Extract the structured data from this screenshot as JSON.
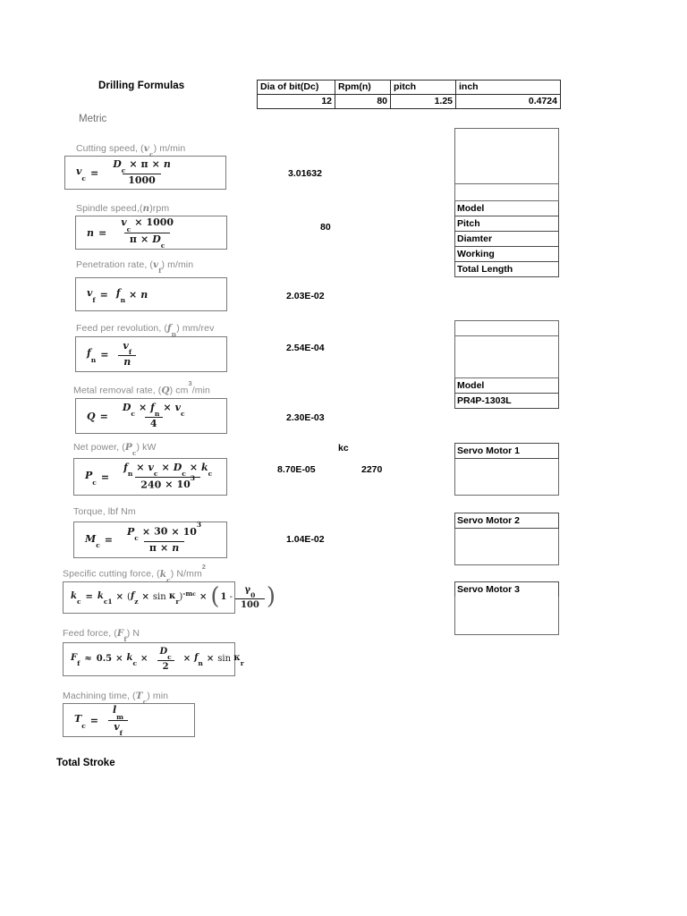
{
  "document": {
    "title": "Drilling Formulas",
    "unit_system": "Metric",
    "footer_label": "Total Stroke"
  },
  "param_table": {
    "headers": [
      "Dia of bit(Dc)",
      "Rpm(n)",
      "pitch",
      "inch"
    ],
    "values": [
      "12",
      "80",
      "1.25",
      "0.4724"
    ]
  },
  "formulas": [
    {
      "label": "Cutting speed, (vc) m/min",
      "label_text": "Cutting speed, (",
      "value": "3.01632"
    },
    {
      "label": "Spindle speed,(n)rpm",
      "value": "80"
    },
    {
      "label": "Penetration rate, (vf) m/min",
      "value": "2.03E-02"
    },
    {
      "label": "Feed per revolution, (fn) mm/rev",
      "value": "2.54E-04"
    },
    {
      "label": "Metal removal rate, (Q) cm3/min",
      "value": "2.30E-03"
    },
    {
      "label": "Net power, (Pc) kW",
      "value": "8.70E-05"
    },
    {
      "label": "Torque, lbf Nm",
      "value": "1.04E-02"
    },
    {
      "label": "Specific cutting force, (kc) N/mm2",
      "value": ""
    },
    {
      "label": "Feed force, (Ff) N",
      "value": ""
    },
    {
      "label": "Machining time, (Tc) min",
      "value": ""
    }
  ],
  "kc": {
    "header": "kc",
    "value": "2270"
  },
  "spec_table": {
    "rows": [
      "Model",
      "Pitch",
      "Diamter",
      "Working",
      "Total Length"
    ]
  },
  "model_table": {
    "header": "Model",
    "value": "PR4P-1303L"
  },
  "servo_motors": [
    {
      "label": "Servo Motor 1"
    },
    {
      "label": "Servo Motor 2"
    },
    {
      "label": "Servo Motor 3"
    }
  ]
}
